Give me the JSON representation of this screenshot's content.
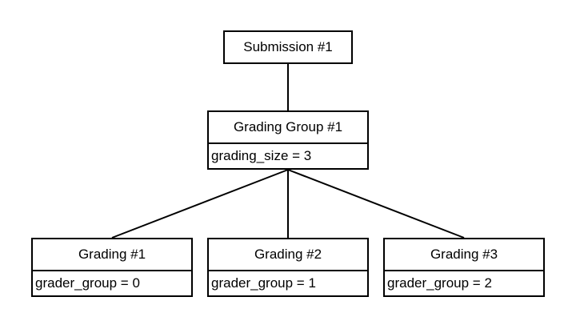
{
  "diagram": {
    "root": {
      "title": "Submission #1"
    },
    "group": {
      "title": "Grading Group #1",
      "attribute": "grading_size = 3"
    },
    "gradings": [
      {
        "title": "Grading #1",
        "attribute": "grader_group = 0"
      },
      {
        "title": "Grading #2",
        "attribute": "grader_group = 1"
      },
      {
        "title": "Grading #3",
        "attribute": "grader_group = 2"
      }
    ],
    "colors": {
      "stroke": "#000000",
      "fill": "#ffffff",
      "text": "#000000"
    }
  }
}
